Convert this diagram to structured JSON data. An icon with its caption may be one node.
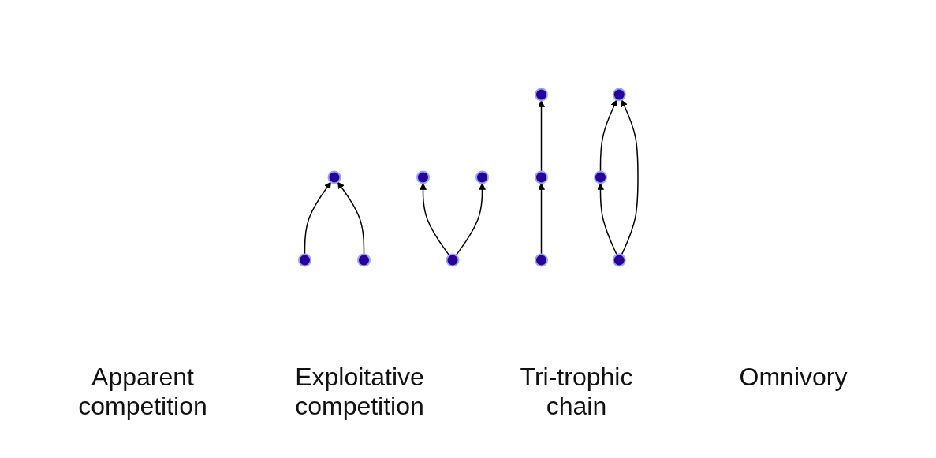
{
  "diagram": {
    "nodes": [
      {
        "text": [],
        "shape": "circle"
      },
      {
        "text": [],
        "shape": "circle"
      },
      {
        "text": [],
        "shape": "circle"
      },
      {
        "text": [],
        "shape": "circle"
      },
      {
        "text": [],
        "shape": "circle"
      },
      {
        "text": [],
        "shape": "circle"
      },
      {
        "text": [],
        "shape": "circle"
      },
      {
        "text": [],
        "shape": "circle"
      },
      {
        "text": [],
        "shape": "circle"
      },
      {
        "text": [],
        "shape": "circle"
      },
      {
        "text": [],
        "shape": "circle"
      },
      {
        "text": [],
        "shape": "circle"
      }
    ],
    "edges": [
      {
        "from": 1,
        "to": 0,
        "arrow": "to"
      },
      {
        "from": 2,
        "to": 0,
        "arrow": "to"
      },
      {
        "from": 5,
        "to": 3,
        "arrow": "to"
      },
      {
        "from": 5,
        "to": 4,
        "arrow": "to"
      },
      {
        "from": 8,
        "to": 7,
        "arrow": "to"
      },
      {
        "from": 7,
        "to": 6,
        "arrow": "to"
      },
      {
        "from": 11,
        "to": 10,
        "arrow": "to"
      },
      {
        "from": 10,
        "to": 9,
        "arrow": "to"
      },
      {
        "from": 11,
        "to": 9,
        "arrow": "to"
      }
    ],
    "labels": [
      "Apparent competition",
      "Exploitative competition",
      "Tri-trophic chain",
      "Omnivory"
    ]
  }
}
